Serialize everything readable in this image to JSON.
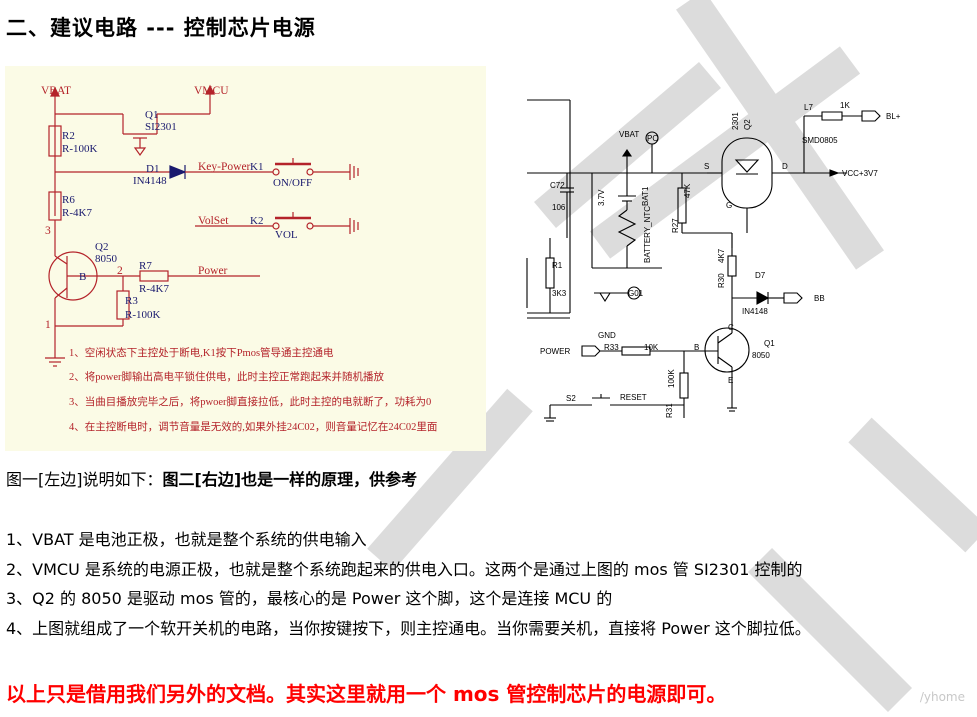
{
  "title": "二、建议电路  ---  控制芯片电源",
  "left_schematic": {
    "labels": {
      "vbat": "VBAT",
      "vmcu": "VMCU",
      "q1": "Q1",
      "q1_part": "SI2301",
      "r2": "R2",
      "r2_val": "R-100K",
      "d1": "D1",
      "d1_part": "IN4148",
      "keypower": "Key-Power",
      "k1": "K1",
      "onoff": "ON/OFF",
      "r6": "R6",
      "r6_val": "R-4K7",
      "volset": "VolSet",
      "k2": "K2",
      "vol": "VOL",
      "pin3": "3",
      "q2": "Q2",
      "q2_part": "8050",
      "pin2": "2",
      "pin1": "1",
      "pinB": "B",
      "r7": "R7",
      "r7_val": "R-4K7",
      "power": "Power",
      "r3": "R3",
      "r3_val": "R-100K"
    },
    "notes": [
      "1、空闲状态下主控处于断电,K1按下Pmos管导通主控通电",
      "2、将power脚输出高电平锁住供电，此时主控正常跑起来并随机播放",
      "3、当曲目播放完毕之后，将pwoer脚直接拉低，此时主控的电就断了，功耗为0",
      "4、在主控断电时，调节音量是无效的,如果外挂24C02，则音量记忆在24C02里面"
    ]
  },
  "right_schematic": {
    "labels": {
      "vbat": "VBAT",
      "c72": "C72",
      "c72_val": "106",
      "v37": "3.7V",
      "bat1": "BAT1",
      "battery_ntc": "BATTERY_NTC",
      "r1": "R1",
      "r1_val": "3K3",
      "gnd": "GND",
      "po": "PO",
      "g01": "G01",
      "r27_val": "47K",
      "r27": "R27",
      "q2_part": "2301",
      "q2": "Q2",
      "s": "S",
      "d": "D",
      "g": "G",
      "l7": "L7",
      "l7_val": "1K",
      "l7_part": "SMD0805",
      "bl": "BL+",
      "vcc": "VCC+3V7",
      "r30_val": "4K7",
      "r30": "R30",
      "d7": "D7",
      "d7_part": "IN4148",
      "bb": "BB",
      "power": "POWER",
      "r33": "R33",
      "r33_val": "10K",
      "b": "B",
      "c": "C",
      "e": "E",
      "q1": "Q1",
      "q1_part": "8050",
      "r31_val": "100K",
      "r31": "R31",
      "s2": "S2",
      "reset": "RESET"
    }
  },
  "caption": {
    "plain": "图一[左边]说明如下：",
    "bold": "图二[右边]也是一样的原理，供参考"
  },
  "notes": [
    "1、VBAT 是电池正极，也就是整个系统的供电输入",
    "2、VMCU 是系统的电源正极，也就是整个系统跑起来的供电入口。这两个是通过上图的 mos 管 SI2301 控制的",
    "3、Q2 的 8050 是驱动 mos 管的，最核心的是 Power 这个脚，这个是连接 MCU 的",
    "4、上图就组成了一个软开关机的电路，当你按键按下，则主控通电。当你需要关机，直接将 Power 这个脚拉低。"
  ],
  "footer": "以上只是借用我们另外的文档。其实这里就用一个 mos 管控制芯片的电源即可。",
  "watermark_text": "/yhome",
  "colors": {
    "left_bg": "#fbfbe6",
    "left_wire": "#b4232a",
    "left_label": "#b4232a",
    "left_part": "#1a1a6e",
    "footer": "#ff0000"
  }
}
